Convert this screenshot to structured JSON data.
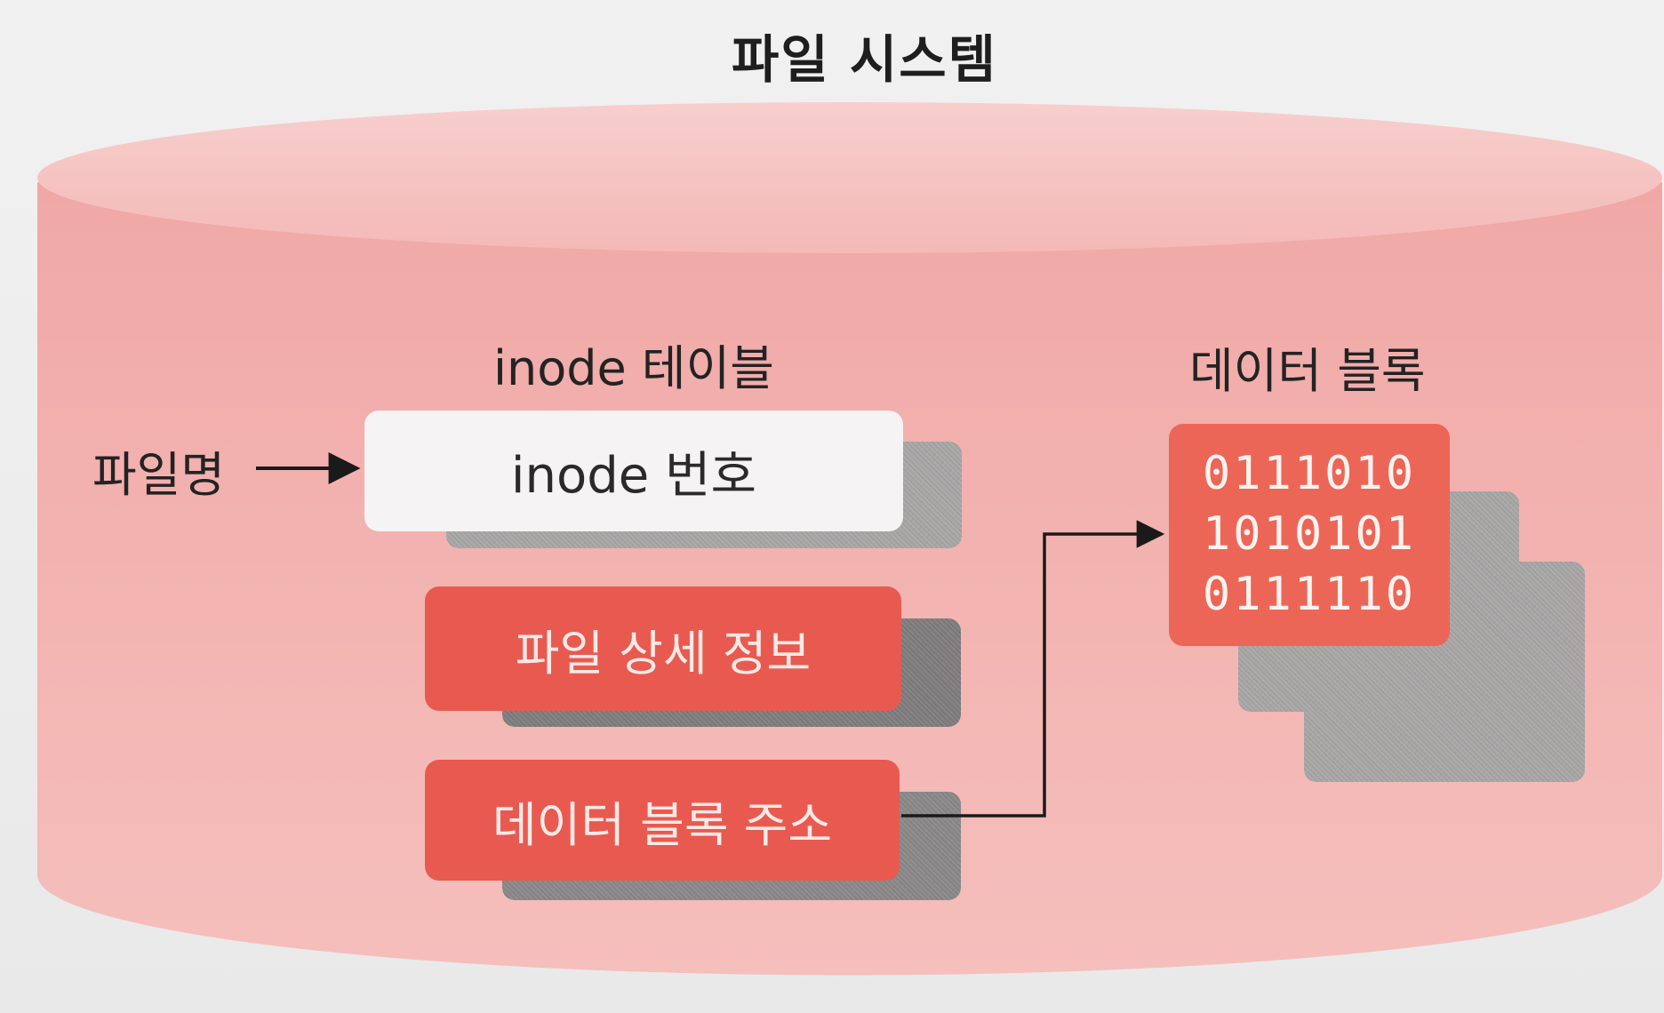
{
  "diagram": {
    "title": "파일 시스템",
    "inode_table_label": "inode 테이블",
    "data_block_label": "데이터 블록",
    "filename_label": "파일명",
    "inode_number": "inode 번호",
    "file_details": "파일 상세 정보",
    "data_block_address": "데이터 블록 주소",
    "binary_lines": [
      "0111010",
      "1010101",
      "0111110"
    ]
  },
  "colors": {
    "cylinder": "#f2b3b0",
    "card_red": "#e85a50",
    "data_block": "#ec6657",
    "card_white": "#f5f3f3",
    "shadow": "#a9a6a6"
  }
}
